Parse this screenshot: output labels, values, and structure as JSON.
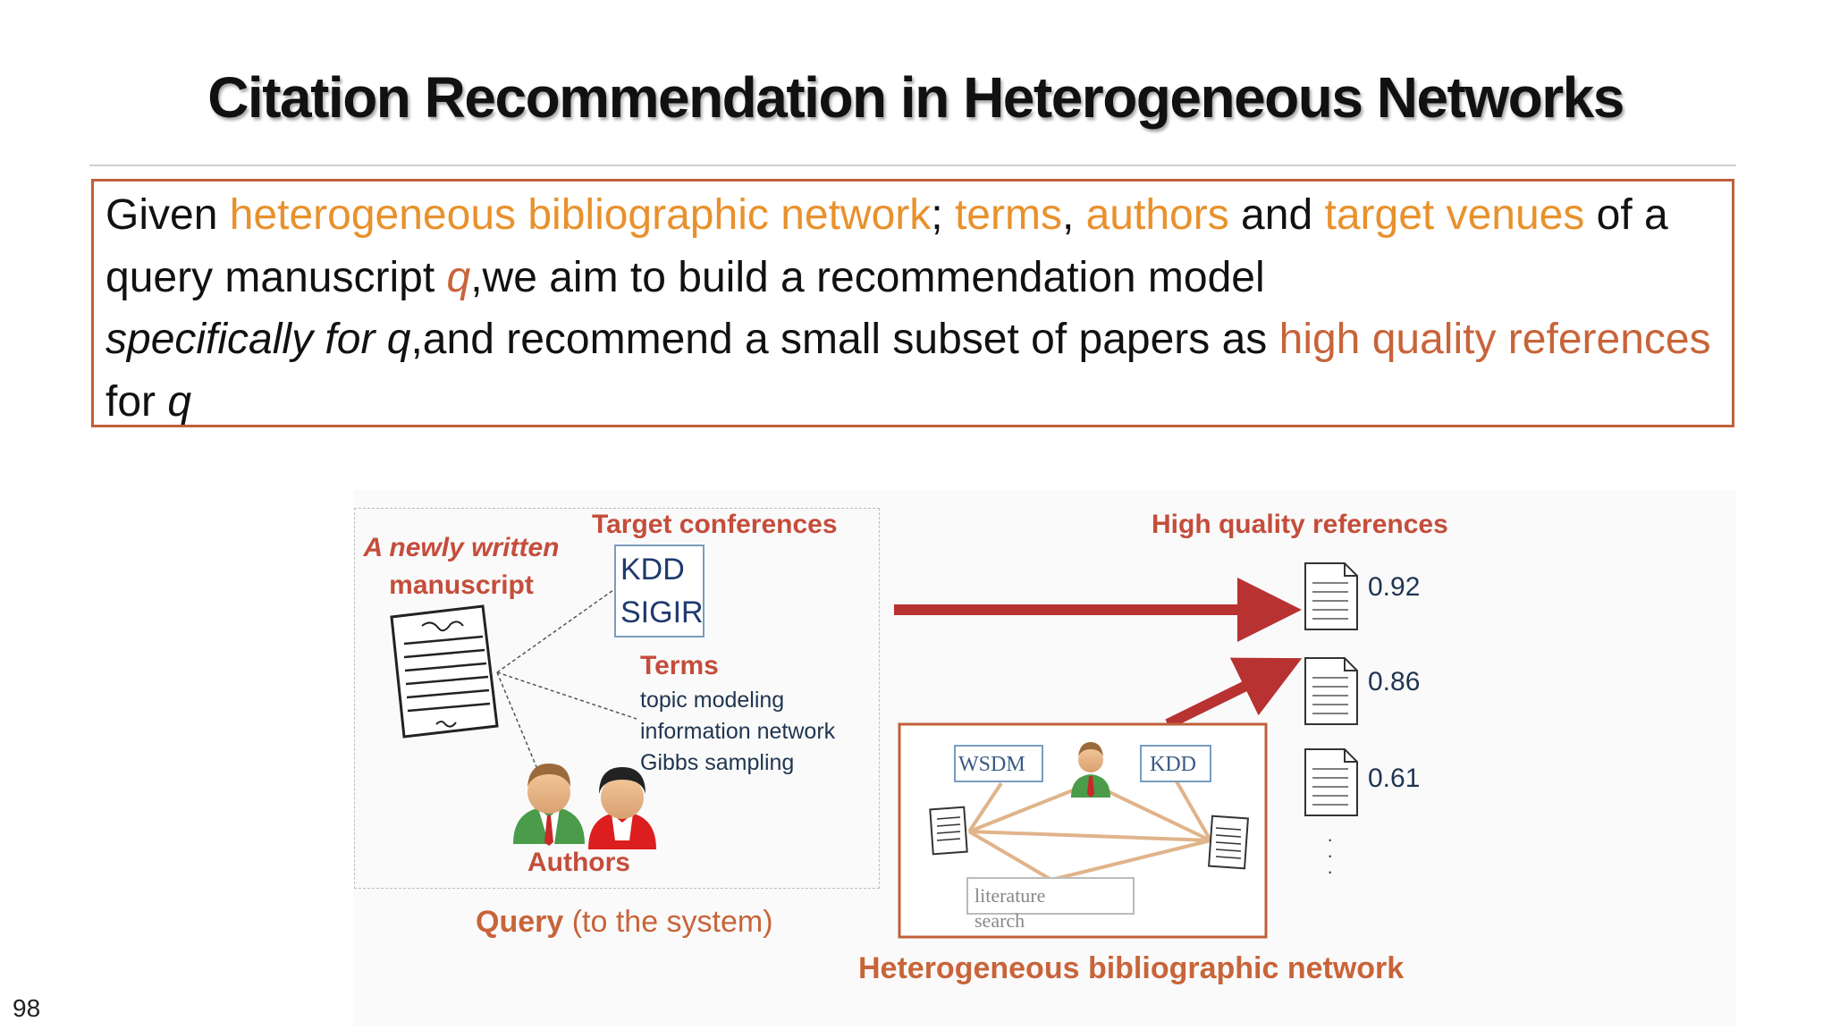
{
  "slide": {
    "title": "Citation Recommendation in Heterogeneous Networks",
    "page_number": "98"
  },
  "definition": {
    "given": "Given ",
    "network": "heterogeneous bibliographic network",
    "semi": "; ",
    "terms": "terms",
    "comma": ", ",
    "authors": "authors",
    "and": " and ",
    "target_venues": "target venues",
    "of_query": " of a query manuscript ",
    "q": "q",
    "aim": ",we aim to build a recommendation model",
    "specifically": "specifically for q",
    "recommend": ",and recommend a small subset of papers as ",
    "hq_refs": "high quality references",
    "for": " for ",
    "q2": "q"
  },
  "query": {
    "manuscript_label_line1": "A newly written",
    "manuscript_label_line2": "manuscript",
    "target_conf_label": "Target conferences",
    "conferences": [
      "KDD",
      "SIGIR"
    ],
    "terms_label": "Terms",
    "terms": [
      "topic modeling",
      "information network",
      "Gibbs sampling"
    ],
    "authors_label": "Authors",
    "caption_bold": "Query",
    "caption_rest": " (to the system)"
  },
  "network": {
    "nodes": [
      "WSDM",
      "KDD"
    ],
    "search_label_line1": "literature",
    "search_label_line2": "search",
    "caption": "Heterogeneous bibliographic network"
  },
  "results": {
    "label": "High quality references",
    "scores": [
      "0.92",
      "0.86",
      "0.61"
    ],
    "more": "·\n·\n·"
  },
  "colors": {
    "orange": "#e8912c",
    "rust": "#c8643a",
    "label_red": "#c44d3b",
    "arrow_red": "#b83232",
    "box_border": "#c0603a"
  }
}
